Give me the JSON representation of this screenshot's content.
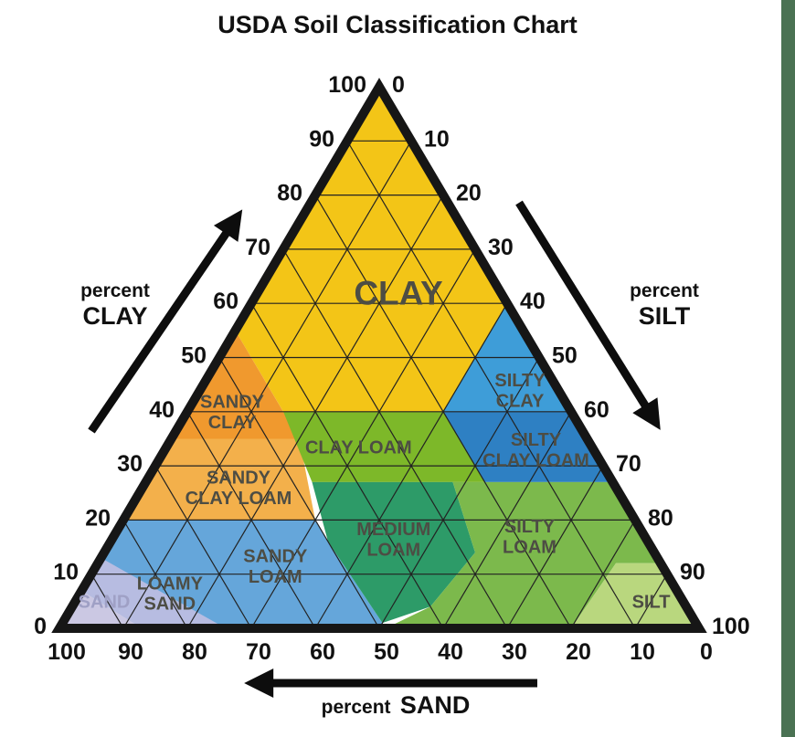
{
  "page_title": "USDA Soil Classification Chart",
  "chart_data": {
    "type": "ternary",
    "title": "USDA Soil Classification Chart",
    "grid": {
      "on": true,
      "interval": 10,
      "color": "#222222"
    },
    "style": {
      "border_color": "#161616",
      "tick_color": "#111111",
      "label_color": "#4D4D44",
      "arrow_color": "#0D0D0D",
      "background": "#FFFFFF",
      "side_strip_color": "#4A7253"
    },
    "axes": {
      "clay": {
        "title_small": "percent",
        "title_big": "CLAY",
        "ticks": [
          100,
          90,
          80,
          70,
          60,
          50,
          40,
          30,
          20,
          10,
          0
        ],
        "edge": "left, 100 at apex to 0 at bottom-left"
      },
      "silt": {
        "title_small": "percent",
        "title_big": "SILT",
        "ticks": [
          0,
          10,
          20,
          30,
          40,
          50,
          60,
          70,
          80,
          90,
          100
        ],
        "edge": "right, 0 at apex to 100 at bottom-right"
      },
      "sand": {
        "title_small": "percent",
        "title_big": "SAND",
        "ticks": [
          100,
          90,
          80,
          70,
          60,
          50,
          40,
          30,
          20,
          10,
          0
        ],
        "edge": "bottom, 100 at left to 0 at right"
      }
    },
    "regions": [
      {
        "id": "clay",
        "label_lines": [
          "CLAY"
        ],
        "color": "#F3C517",
        "font_size": 37,
        "label_at": [
          62,
          22
        ],
        "points": [
          [
            100,
            0
          ],
          [
            55,
            0
          ],
          [
            40,
            15
          ],
          [
            40,
            40
          ],
          [
            60,
            40
          ]
        ]
      },
      {
        "id": "sandy-clay",
        "label_lines": [
          "SANDY",
          "CLAY"
        ],
        "color": "#F0992E",
        "label_at": [
          40,
          7
        ],
        "points": [
          [
            55,
            0
          ],
          [
            35,
            20
          ],
          [
            35,
            0
          ]
        ]
      },
      {
        "id": "sandy-clay-loam",
        "label_lines": [
          "SANDY",
          "CLAY LOAM"
        ],
        "color": "#F3B04B",
        "label_at": [
          26,
          15
        ],
        "points": [
          [
            35,
            0
          ],
          [
            35,
            20
          ],
          [
            20,
            30
          ],
          [
            20,
            0
          ]
        ]
      },
      {
        "id": "clay-loam",
        "label_lines": [
          "CLAY LOAM"
        ],
        "color": "#7DB829",
        "label_at": [
          33.5,
          30
        ],
        "points": [
          [
            40,
            15
          ],
          [
            40,
            40
          ],
          [
            27,
            53
          ],
          [
            27,
            26
          ]
        ]
      },
      {
        "id": "silty-clay",
        "label_lines": [
          "SILTY",
          "CLAY"
        ],
        "color": "#3E9DD8",
        "label_at": [
          44,
          50
        ],
        "points": [
          [
            60,
            40
          ],
          [
            40,
            40
          ],
          [
            40,
            60
          ]
        ]
      },
      {
        "id": "silty-clay-loam",
        "label_lines": [
          "SILTY",
          "CLAY LOAM"
        ],
        "color": "#2E80C3",
        "label_at": [
          33,
          58
        ],
        "points": [
          [
            40,
            40
          ],
          [
            40,
            60
          ],
          [
            27,
            73
          ],
          [
            27,
            53
          ]
        ]
      },
      {
        "id": "sandy-loam",
        "label_lines": [
          "SANDY",
          "LOAM"
        ],
        "color": "#65A6DA",
        "label_at": [
          11.5,
          28
        ],
        "points": [
          [
            20,
            0
          ],
          [
            20,
            30
          ],
          [
            16,
            34
          ],
          [
            1,
            50
          ],
          [
            0,
            51
          ],
          [
            0,
            0
          ]
        ]
      },
      {
        "id": "medium-loam",
        "label_lines": [
          "MEDIUM",
          "LOAM"
        ],
        "color": "#2D9B68",
        "label_at": [
          16.5,
          44
        ],
        "points": [
          [
            27,
            26
          ],
          [
            27,
            48
          ],
          [
            14,
            58
          ],
          [
            4,
            56
          ],
          [
            1,
            50
          ],
          [
            16,
            34
          ]
        ]
      },
      {
        "id": "silty-loam",
        "label_lines": [
          "SILTY",
          "LOAM"
        ],
        "color": "#7CB94C",
        "label_at": [
          17,
          65
        ],
        "points": [
          [
            27,
            48
          ],
          [
            27,
            73
          ],
          [
            12,
            88
          ],
          [
            12,
            81
          ],
          [
            0,
            80
          ],
          [
            0,
            51
          ],
          [
            4,
            56
          ],
          [
            14,
            58
          ]
        ]
      },
      {
        "id": "loamy-sand",
        "label_lines": [
          "LOAMY",
          "SAND"
        ],
        "color": "#B7BCE1",
        "label_at": [
          6.5,
          14
        ],
        "points": [
          [
            13,
            0
          ],
          [
            0,
            26
          ],
          [
            0,
            13
          ],
          [
            7,
            0
          ]
        ]
      },
      {
        "id": "sand",
        "label_lines": [
          "SAND"
        ],
        "color": "#CBC8E3",
        "label_color": "#9FA0C5",
        "label_at": [
          5,
          4.5
        ],
        "points": [
          [
            7,
            0
          ],
          [
            0,
            13
          ],
          [
            0,
            0
          ]
        ]
      },
      {
        "id": "silt",
        "label_lines": [
          "SILT"
        ],
        "color": "#B9D77E",
        "label_at": [
          5,
          90
        ],
        "points": [
          [
            12,
            81
          ],
          [
            0,
            80
          ],
          [
            0,
            100
          ],
          [
            12,
            88
          ]
        ]
      }
    ]
  }
}
